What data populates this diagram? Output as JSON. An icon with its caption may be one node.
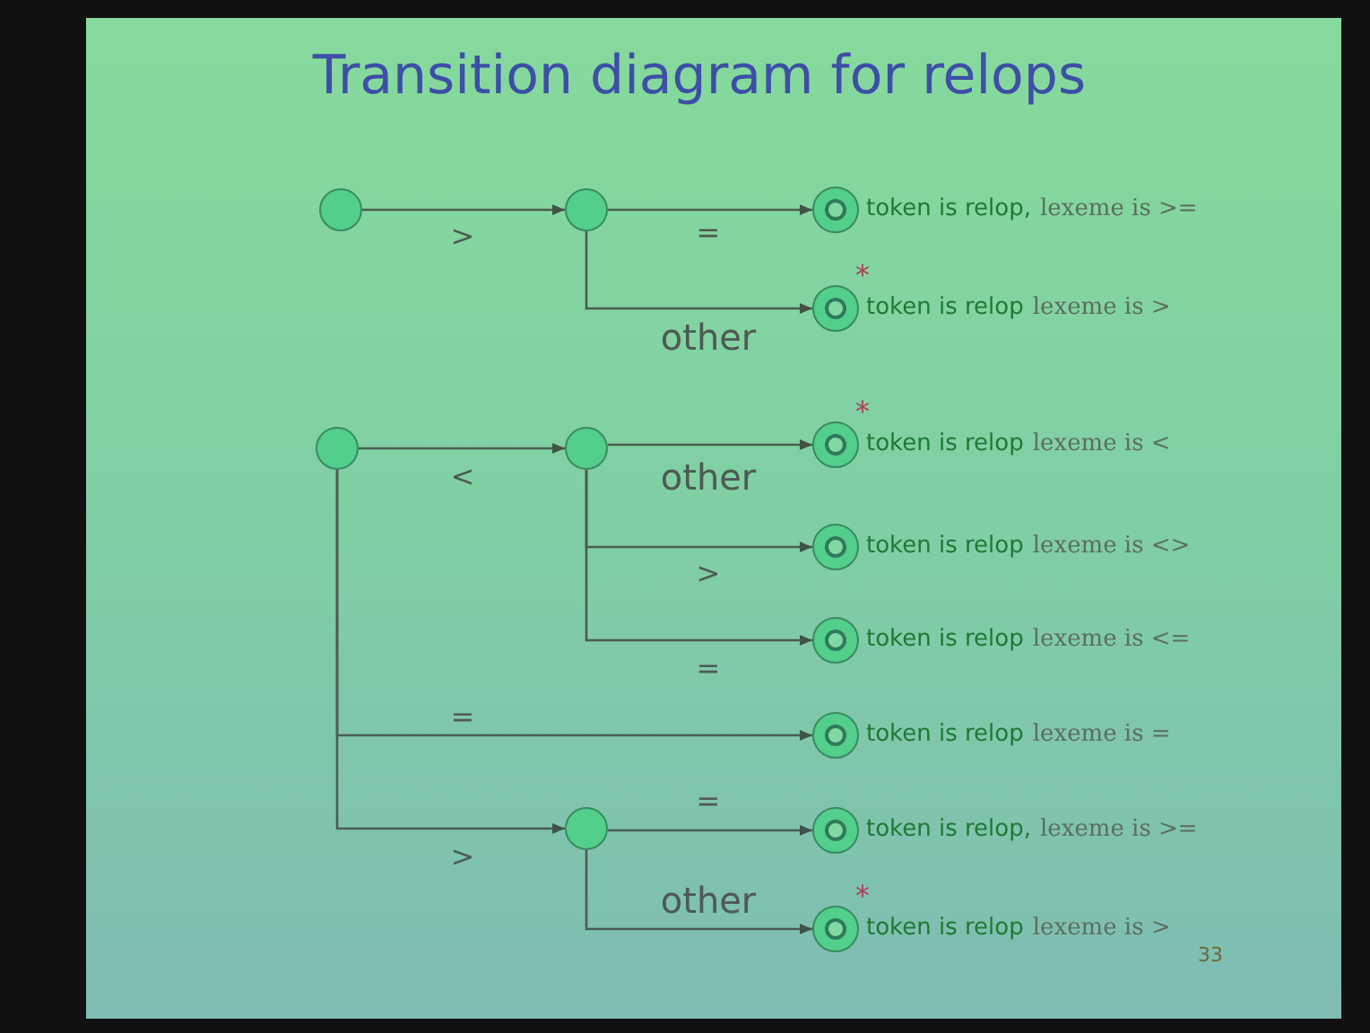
{
  "diagram": {
    "title": "Transition diagram for relops",
    "nodes": [
      {
        "text": [],
        "shape": "circle"
      },
      {
        "text": [],
        "shape": "circle"
      },
      {
        "text": [],
        "shape": "double-circle",
        "beside": [
          "token is relop,",
          "lexeme is >="
        ]
      },
      {
        "text": [],
        "shape": "double-circle",
        "beside": [
          "*",
          "token is relop",
          "lexeme is >"
        ]
      },
      {
        "text": [],
        "shape": "circle"
      },
      {
        "text": [],
        "shape": "circle"
      },
      {
        "text": [],
        "shape": "double-circle",
        "beside": [
          "*",
          "token is relop",
          "lexeme is <"
        ]
      },
      {
        "text": [],
        "shape": "double-circle",
        "beside": [
          "token is relop",
          "lexeme is <>"
        ]
      },
      {
        "text": [],
        "shape": "double-circle",
        "beside": [
          "token is relop",
          "lexeme is <="
        ]
      },
      {
        "text": [],
        "shape": "double-circle",
        "beside": [
          "token is relop",
          "lexeme is ="
        ]
      },
      {
        "text": [],
        "shape": "circle"
      },
      {
        "text": [],
        "shape": "double-circle",
        "beside": [
          "token is relop,",
          "lexeme is >="
        ]
      },
      {
        "text": [],
        "shape": "double-circle",
        "beside": [
          "*",
          "token is relop",
          "lexeme is >"
        ]
      }
    ],
    "edges": [
      {
        "from": 0,
        "to": 1,
        "arrow": "to",
        "label": ">"
      },
      {
        "from": 1,
        "to": 2,
        "arrow": "to",
        "label": "="
      },
      {
        "from": 1,
        "to": 3,
        "arrow": "to",
        "label": "other"
      },
      {
        "from": 4,
        "to": 5,
        "arrow": "to",
        "label": "<"
      },
      {
        "from": 5,
        "to": 6,
        "arrow": "to",
        "label": "other"
      },
      {
        "from": 5,
        "to": 7,
        "arrow": "to",
        "label": ">"
      },
      {
        "from": 5,
        "to": 8,
        "arrow": "to",
        "label": "="
      },
      {
        "from": 4,
        "to": 9,
        "arrow": "to",
        "label": "="
      },
      {
        "from": 4,
        "to": 10,
        "arrow": "to",
        "label": ">"
      },
      {
        "from": 10,
        "to": 11,
        "arrow": "to",
        "label": "="
      },
      {
        "from": 10,
        "to": 12,
        "arrow": "to",
        "label": "other"
      }
    ],
    "labels": [
      "33"
    ]
  }
}
